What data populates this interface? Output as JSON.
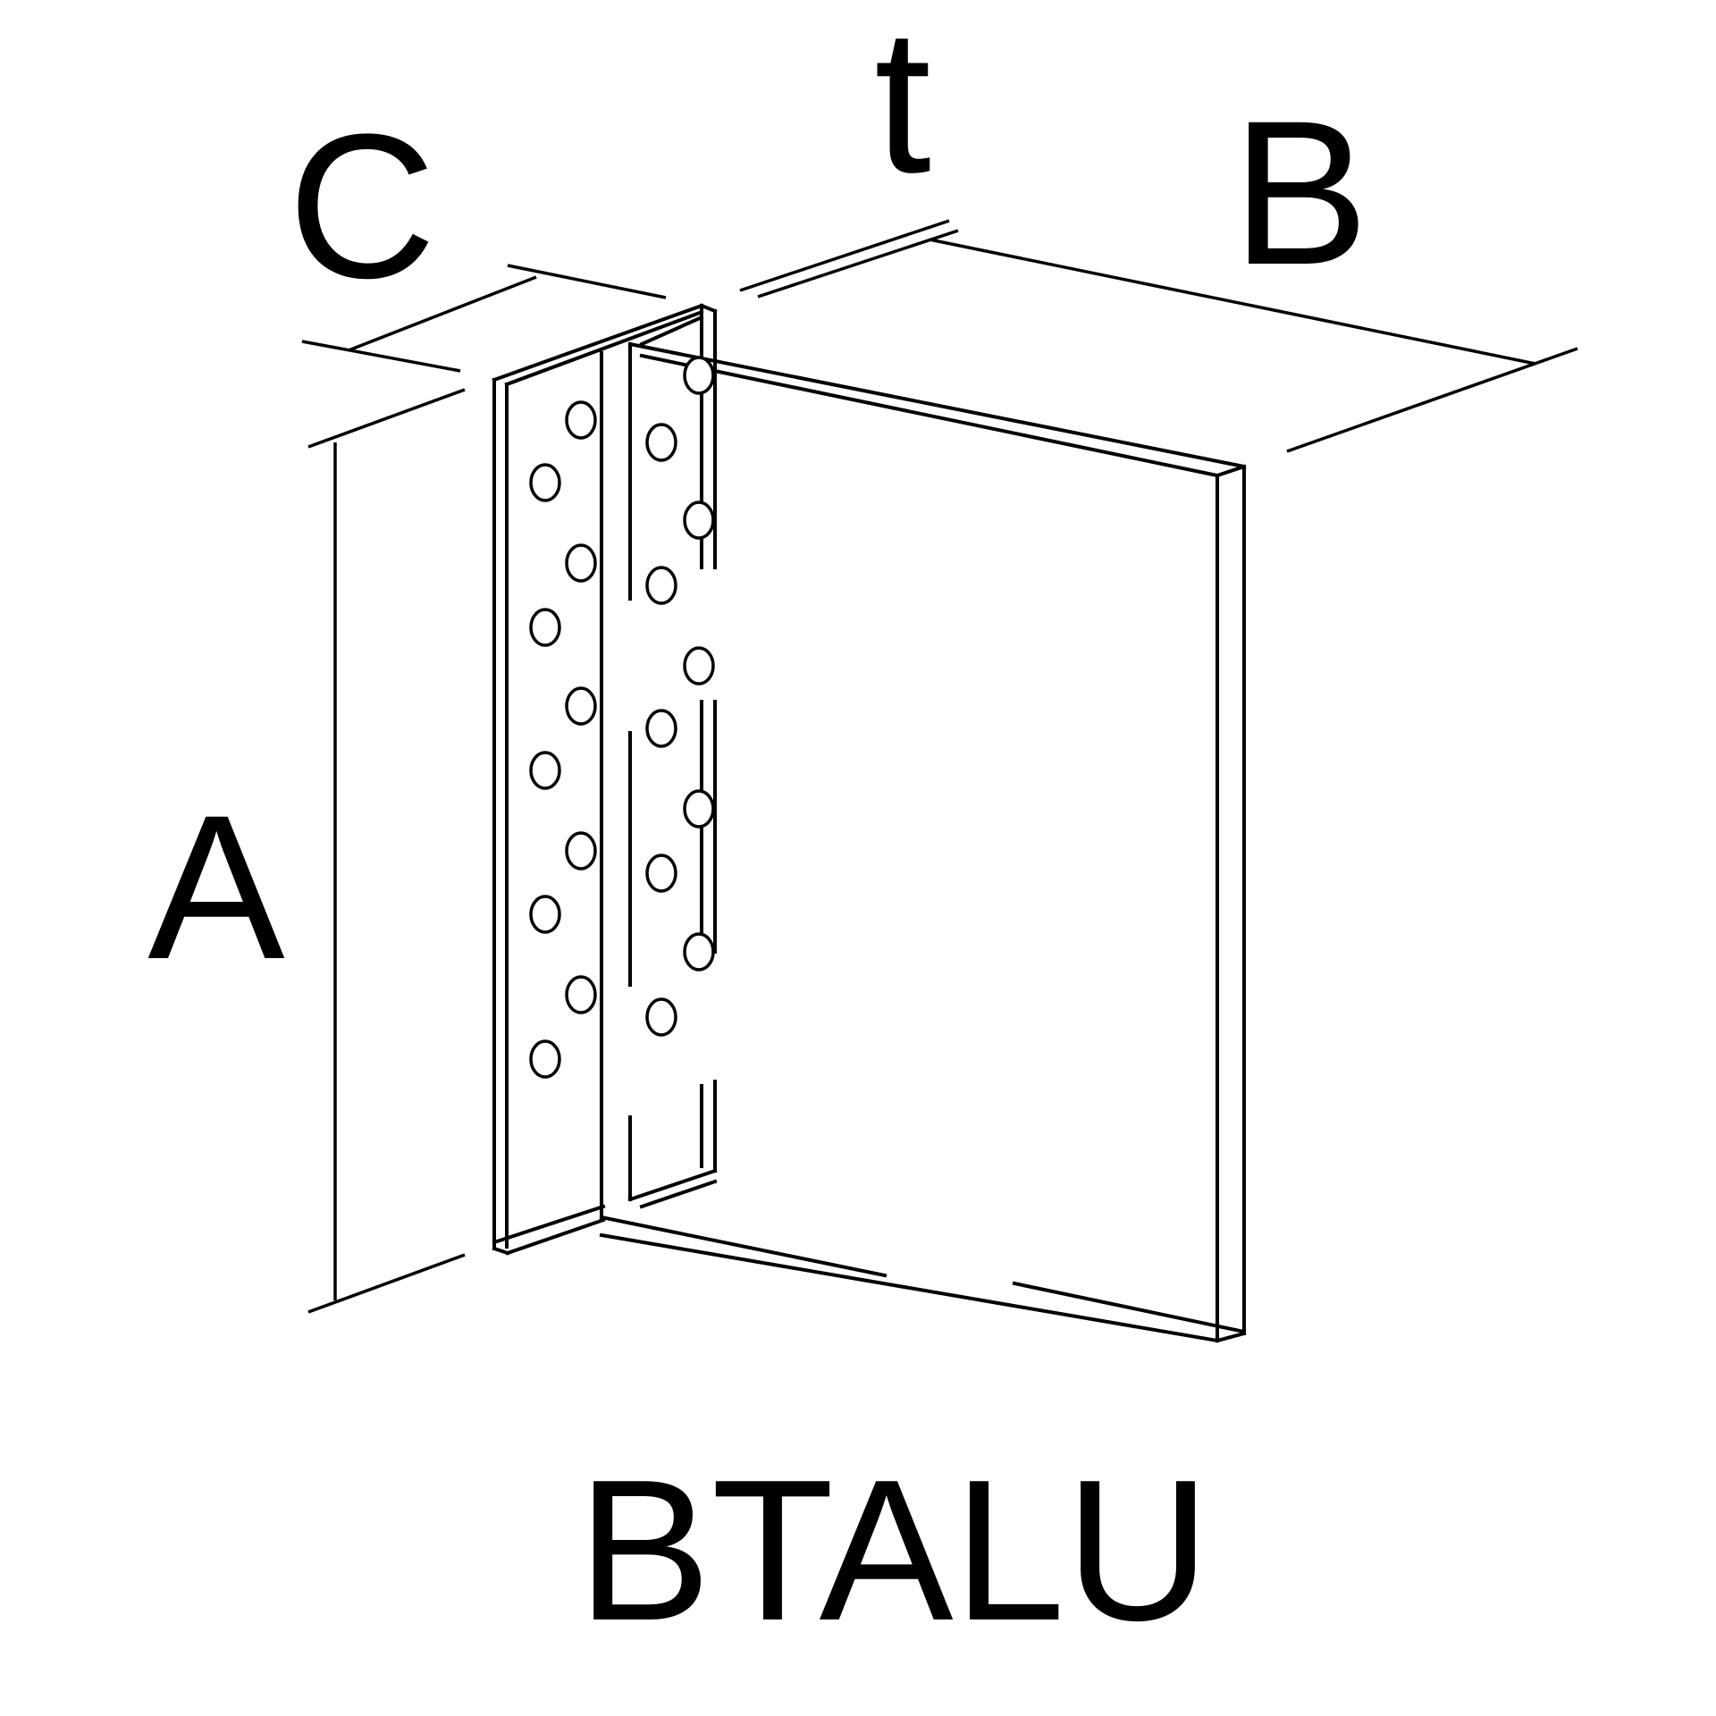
{
  "labels": {
    "a": "A",
    "b": "B",
    "c": "C",
    "t": "t"
  },
  "product_name": "BTALU",
  "colors": {
    "line": "#000000",
    "background": "#ffffff"
  }
}
